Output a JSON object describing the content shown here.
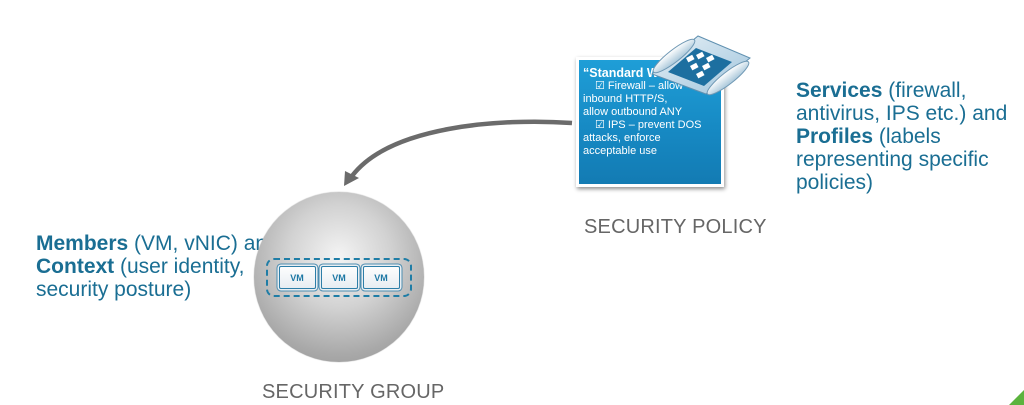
{
  "members": {
    "kw1": "Members",
    "t1": " (VM, vNIC) and ",
    "kw2": "Context",
    "t2": " (user identity, security posture)"
  },
  "services": {
    "kw1": "Services",
    "t1": " (firewall, antivirus, IPS etc.) and ",
    "kw2": "Profiles",
    "t2": " (labels representing specific policies)"
  },
  "security_group": {
    "caption": "SECURITY GROUP",
    "vms": [
      "VM",
      "VM",
      "VM"
    ]
  },
  "security_policy": {
    "caption": "SECURITY POLICY",
    "card": {
      "title": "“Standard Web”",
      "lines": [
        "☑ Firewall – allow",
        "inbound HTTP/S,",
        "allow outbound ANY",
        "☑ IPS – prevent DOS",
        "attacks, enforce",
        "acceptable use"
      ]
    }
  },
  "colors": {
    "accent": "#1a6e93",
    "card": "#1688c2",
    "caption": "#666666",
    "arrow": "#6b6b6b",
    "group_border": "#1f7da6"
  }
}
